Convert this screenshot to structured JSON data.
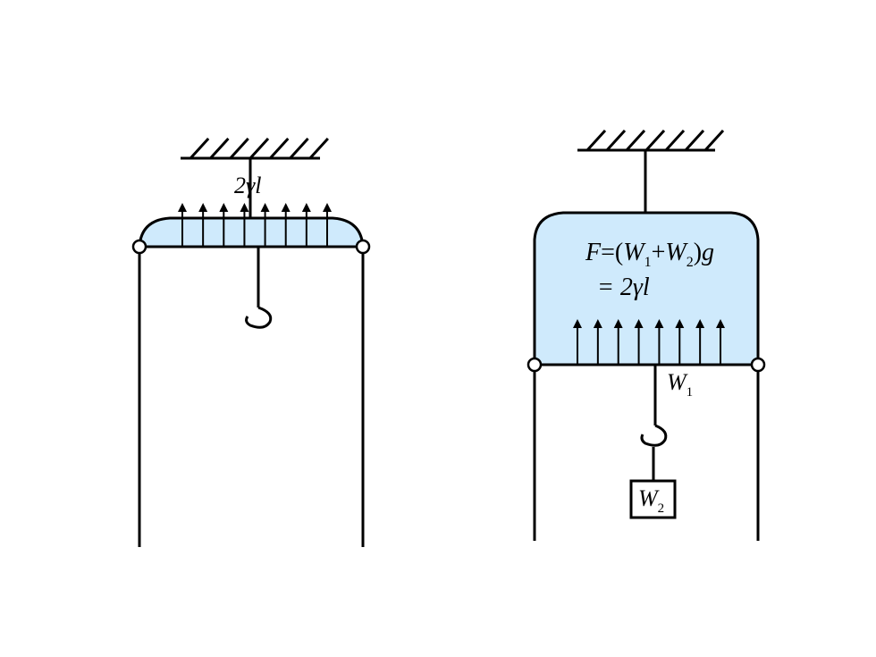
{
  "left": {
    "surface_tension_label": "2γl",
    "arrow_count": 8
  },
  "right": {
    "formula_line1": {
      "F": "F",
      "eq": "=(",
      "W": "W",
      "sub1": "1",
      "plus": "+",
      "W2": "W",
      "sub2": "2",
      "close": ")",
      "g": "g"
    },
    "formula_line2": "= 2γl",
    "w1_label": {
      "W": "W",
      "sub": "1"
    },
    "w2_label": {
      "W": "W",
      "sub": "2"
    },
    "arrow_count": 8
  },
  "colors": {
    "film_fill": "#cfeafc",
    "stroke": "#000000"
  }
}
